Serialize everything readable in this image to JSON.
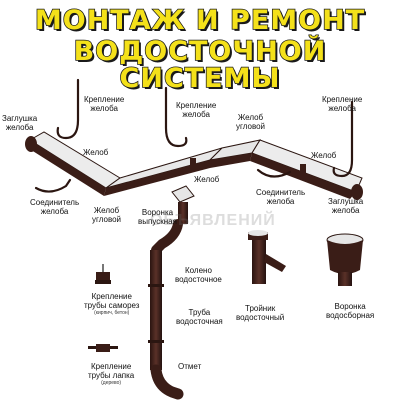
{
  "title": {
    "line1": "МОНТАЖ И РЕМОНТ",
    "line2": "ВОДОСТОЧНОЙ СИСТЕМЫ"
  },
  "watermark": "ОБЪЯВЛЕНИЙ",
  "labels": {
    "end_cap_left": [
      "Заглушка",
      "желоба"
    ],
    "bracket_1": [
      "Крепление",
      "желоба"
    ],
    "bracket_2": [
      "Крепление",
      "желоба"
    ],
    "bracket_3": [
      "Крепление",
      "желоба"
    ],
    "gutter_1": "Желоб",
    "gutter_corner_top": [
      "Желоб",
      "угловой"
    ],
    "gutter_2": "Желоб",
    "gutter_3": "Желоб",
    "connector_left": [
      "Соединитель",
      "желоба"
    ],
    "gutter_corner_bottom": [
      "Желоб",
      "угловой"
    ],
    "connector_right": [
      "Соединитель",
      "желоба"
    ],
    "end_cap_right": [
      "Заглушка",
      "желоба"
    ],
    "outlet": [
      "Воронка",
      "выпускная"
    ],
    "elbow": [
      "Колено",
      "водосточное"
    ],
    "pipe": [
      "Труба",
      "водосточная"
    ],
    "tee": [
      "Тройник",
      "водосточный"
    ],
    "funnel": [
      "Воронка",
      "водосборная"
    ],
    "pipe_bracket_screw": [
      "Крепление",
      "трубы саморез"
    ],
    "pipe_bracket_screw_note": "(кирпич, бетон)",
    "pipe_bracket_nail": [
      "Крепление",
      "трубы лапка"
    ],
    "pipe_bracket_nail_note": "(дерево)",
    "outflow": "Отмет"
  },
  "colors": {
    "title_fill": "#f4e11a",
    "metal_dark": "#3a1d17",
    "metal_light": "#e9e9e9"
  }
}
